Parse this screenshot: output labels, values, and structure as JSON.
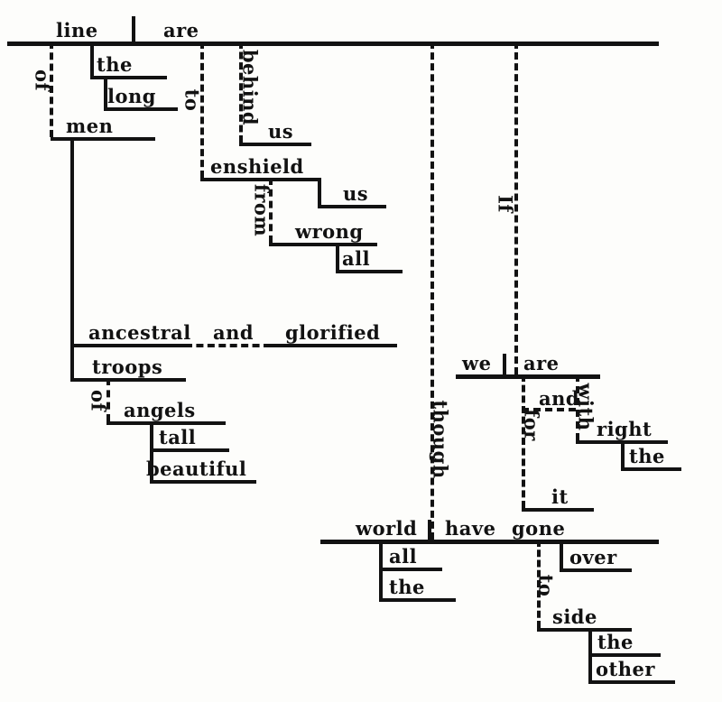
{
  "diagram": {
    "type": "sentence-diagram",
    "ink_color": "#121212",
    "paper_color": "#fdfdfb",
    "main": {
      "subject": "line",
      "verb": "are",
      "det": "the",
      "adj": "long",
      "prep_of": "of",
      "of_object": "men",
      "prep_behind": "behind",
      "behind_object": "us",
      "inf_to": "to",
      "infinitive": "enshield",
      "inf_object": "us",
      "prep_from": "from",
      "from_object": "wrong",
      "from_object_det": "all",
      "men_adj1": "ancestral",
      "men_conj": "and",
      "men_adj2": "glorified",
      "appositive": "troops",
      "prep_of2": "of",
      "of2_object": "angels",
      "angels_adj1": "tall",
      "angels_adj2": "beautiful"
    },
    "if_clause": {
      "conj": "If",
      "subject": "we",
      "verb": "are",
      "conj_and": "and",
      "prep_with": "with",
      "with_object": "right",
      "with_object_det": "the",
      "prep_for": "for",
      "for_object": "it"
    },
    "though_clause": {
      "conj": "though",
      "subject": "world",
      "subject_adj": "all",
      "subject_det": "the",
      "aux": "have",
      "verb": "gone",
      "adv": "over",
      "prep_to": "to",
      "to_object": "side",
      "to_object_det": "the",
      "to_object_adj": "other"
    }
  }
}
